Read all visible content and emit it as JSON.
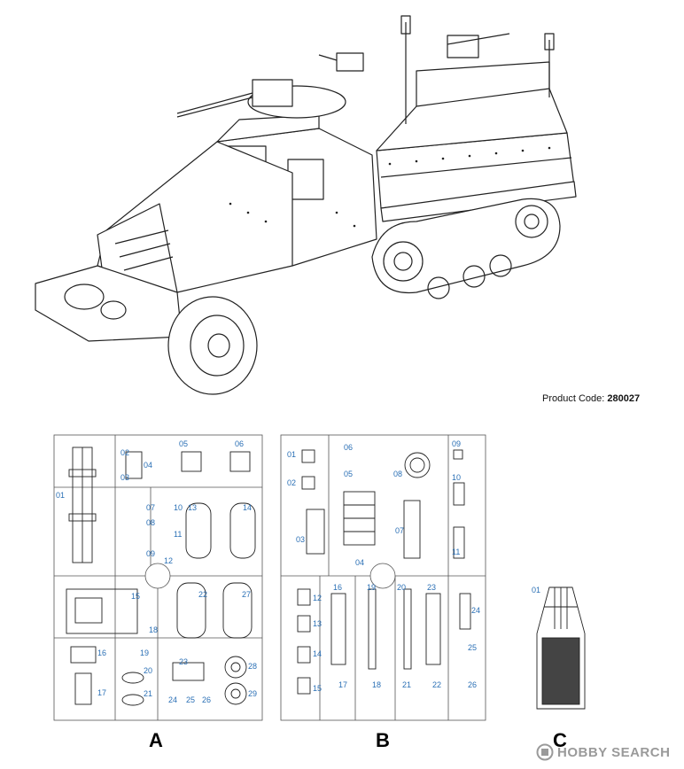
{
  "product": {
    "code_label": "Product Code:",
    "code_value": "280027"
  },
  "sprues": {
    "A": {
      "letter": "A",
      "numbers": [
        "01",
        "02",
        "03",
        "04",
        "05",
        "06",
        "07",
        "08",
        "09",
        "10",
        "11",
        "12",
        "13",
        "14",
        "15",
        "16",
        "17",
        "18",
        "19",
        "20",
        "21",
        "22",
        "23",
        "24",
        "25",
        "26",
        "27",
        "28",
        "29"
      ]
    },
    "B": {
      "letter": "B",
      "numbers": [
        "01",
        "02",
        "03",
        "04",
        "05",
        "06",
        "07",
        "08",
        "09",
        "10",
        "11",
        "12",
        "13",
        "14",
        "15",
        "16",
        "17",
        "18",
        "19",
        "20",
        "21",
        "22",
        "23",
        "24",
        "25",
        "26"
      ]
    },
    "C": {
      "letter": "C",
      "numbers": [
        "01"
      ]
    }
  },
  "watermark": {
    "text": "HOBBY SEARCH",
    "color": "#9a9a9a"
  },
  "colors": {
    "line": "#222222",
    "part_number": "#2a6fb5",
    "runner": "#555555"
  }
}
